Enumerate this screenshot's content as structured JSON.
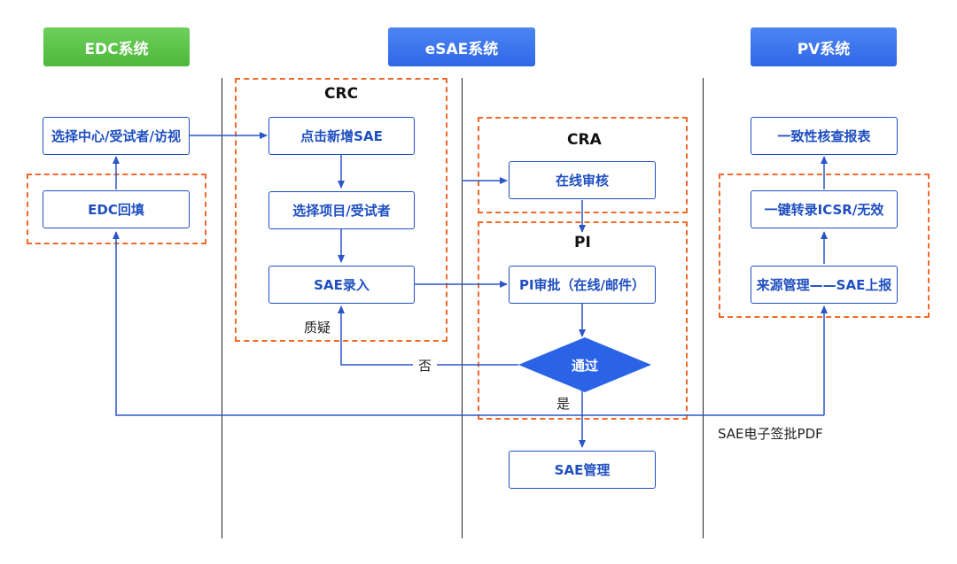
{
  "headers": {
    "edc": "EDC系统",
    "esae": "eSAE系统",
    "pv": "PV系统"
  },
  "groups": {
    "crc": "CRC",
    "cra": "CRA",
    "pi": "PI"
  },
  "nodes": {
    "select_center": "选择中心/受试者/访视",
    "edc_fill": "EDC回填",
    "new_sae": "点击新增SAE",
    "select_project": "选择项目/受试者",
    "sae_entry": "SAE录入",
    "online_review": "在线审核",
    "pi_approval": "PI审批（在线/邮件）",
    "pass": "通过",
    "sae_manage": "SAE管理",
    "consistency": "一致性核查报表",
    "icsr": "一键转录ICSR/无效",
    "source_manage": "来源管理——SAE上报"
  },
  "edge_labels": {
    "query": "质疑",
    "no": "否",
    "yes": "是",
    "sae_pdf": "SAE电子签批PDF"
  },
  "colors": {
    "edc_header": "#4cb83a",
    "esae_header": "#2f67e6",
    "pv_header": "#2f67e6",
    "box_border": "#1f4fc0",
    "dashed_group": "#ee6a2a",
    "diamond": "#2b63e6",
    "connector": "#2c55c8"
  }
}
